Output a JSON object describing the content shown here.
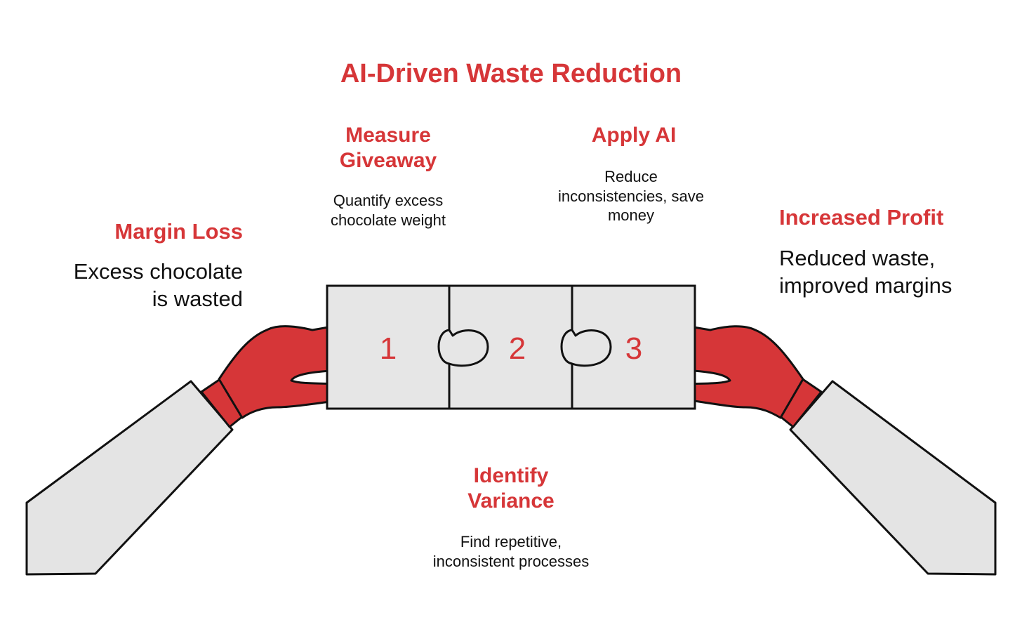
{
  "title": "AI-Driven Waste Reduction",
  "steps": [
    {
      "number": "1",
      "heading_line1": "Measure",
      "heading_line2": "Giveaway",
      "desc_line1": "Quantify excess",
      "desc_line2": "chocolate weight"
    },
    {
      "number": "2",
      "heading_line1": "Identify",
      "heading_line2": "Variance",
      "desc_line1": "Find repetitive,",
      "desc_line2": "inconsistent processes"
    },
    {
      "number": "3",
      "heading_line1": "Apply AI",
      "desc_line1": "Reduce",
      "desc_line2": "inconsistencies, save",
      "desc_line3": "money"
    }
  ],
  "left": {
    "heading": "Margin Loss",
    "desc_line1": "Excess chocolate",
    "desc_line2": "is wasted"
  },
  "right": {
    "heading": "Increased Profit",
    "desc_line1": "Reduced waste,",
    "desc_line2": "improved margins"
  },
  "colors": {
    "accent": "#d63638",
    "sleeve": "#e4e4e4",
    "puzzle": "#e6e6e6",
    "outline": "#111111"
  }
}
